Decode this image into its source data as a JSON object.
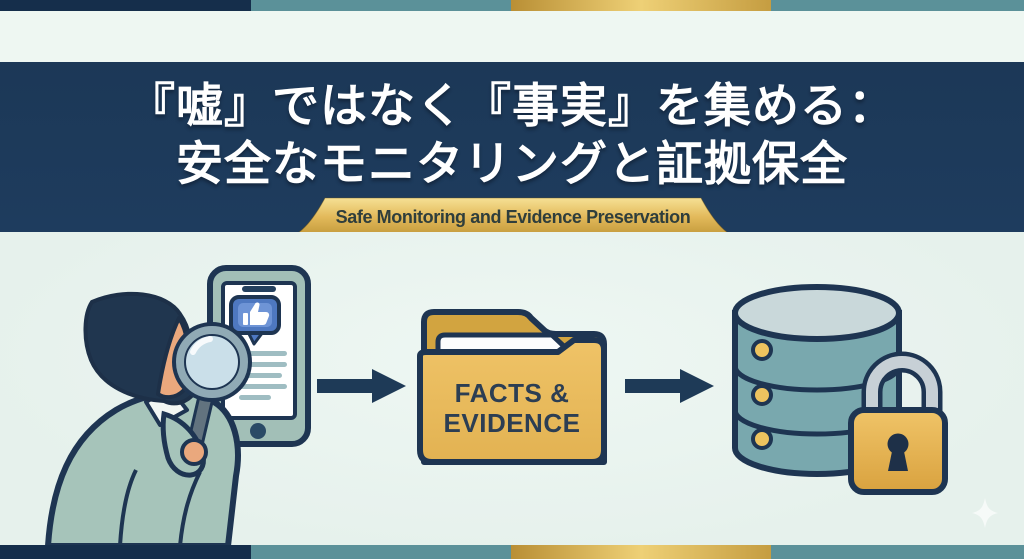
{
  "banner": {
    "title_line1": "『嘘』ではなく『事実』を集める：",
    "title_line2": "安全なモニタリングと証拠保全"
  },
  "ribbon": {
    "subtitle": "Safe Monitoring and Evidence Preservation"
  },
  "diagram": {
    "folder": {
      "label_line1": "FACTS &",
      "label_line2": "EVIDENCE"
    },
    "steps": [
      {
        "icon": "person-monitoring-phone-icon"
      },
      {
        "icon": "arrow-right-icon"
      },
      {
        "icon": "facts-evidence-folder-icon"
      },
      {
        "icon": "arrow-right-icon"
      },
      {
        "icon": "locked-database-icon"
      }
    ]
  },
  "palette": {
    "navy_banner": "#1d3b5c",
    "outline_navy": "#1e3552",
    "teal_strip": "#5b9199",
    "gold": "#d9ab4a",
    "gold_light": "#f0d37c",
    "background_mint": "#e8f2ee",
    "band_light": "#eef7f2",
    "jacket_sage": "#a6c4ba",
    "skin": "#eaa87d",
    "like_blue": "#4e78c0",
    "lens_blue": "#cadfe9",
    "database_teal": "#79a8ae",
    "title_text": "#ffffff",
    "subtitle_text": "#2f3e3c"
  }
}
